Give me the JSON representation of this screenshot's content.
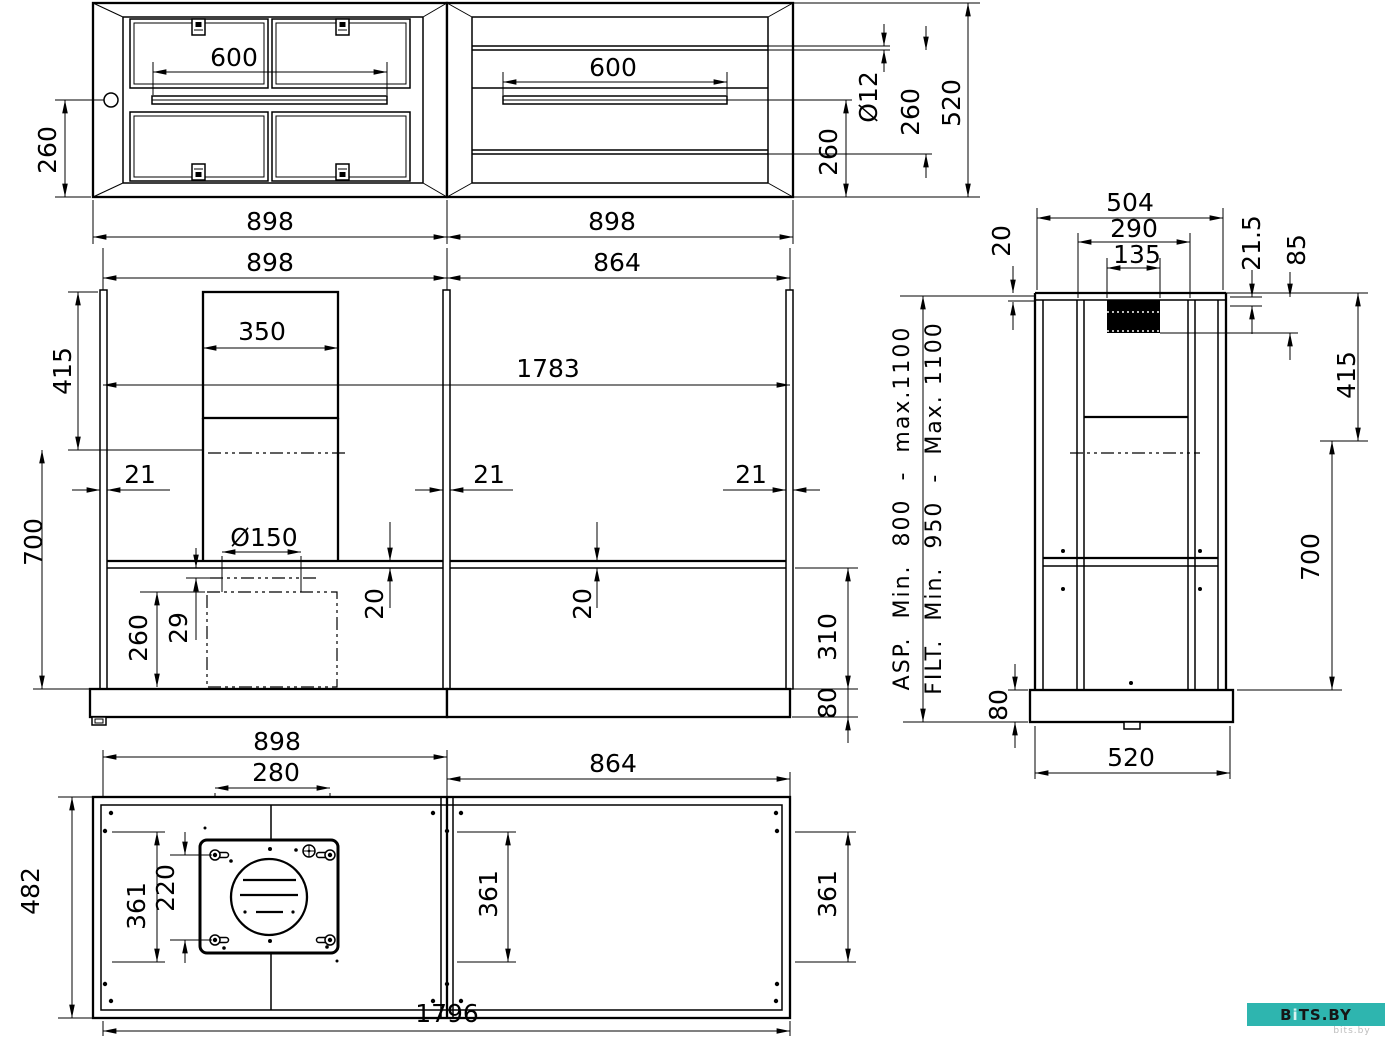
{
  "meta": {
    "background": "#ffffff",
    "line_color": "#000000",
    "accent_teal": "#2eb5af"
  },
  "dims": {
    "top_600_left": "600",
    "top_600_right": "600",
    "top_898_left": "898",
    "top_898_right": "898",
    "top_260_left": "260",
    "top_dia12": "Ø12",
    "top_260_mid": "260",
    "top_260_outer": "260",
    "top_520": "520",
    "front_898": "898",
    "front_864": "864",
    "front_350": "350",
    "front_1783": "1783",
    "front_415": "415",
    "front_700": "700",
    "front_21_left": "21",
    "front_21_mid": "21",
    "front_21_right": "21",
    "front_dia150": "Ø150",
    "front_260": "260",
    "front_29": "29",
    "front_20_left": "20",
    "front_20_right": "20",
    "front_310": "310",
    "front_80": "80",
    "row_898": "898",
    "row_280": "280",
    "row_864": "864",
    "side_504": "504",
    "side_290": "290",
    "side_135": "135",
    "side_20": "20",
    "side_21_5": "21.5",
    "side_85": "85",
    "side_415": "415",
    "side_700": "700",
    "side_80": "80",
    "side_520": "520",
    "plan_482": "482",
    "plan_361_left": "361",
    "plan_220": "220",
    "plan_361_mid": "361",
    "plan_361_right": "361",
    "plan_1796": "1796"
  },
  "annotations": {
    "asp_line": "ASP.  Min.  800  -  max.1100",
    "filt_line": "FILT.  Min.  950  -  Max. 1100"
  },
  "watermark": {
    "b": "B",
    "i": "i",
    "rest": "TS.BY",
    "sub": "bits.by",
    "bg": "#2eb5af"
  }
}
